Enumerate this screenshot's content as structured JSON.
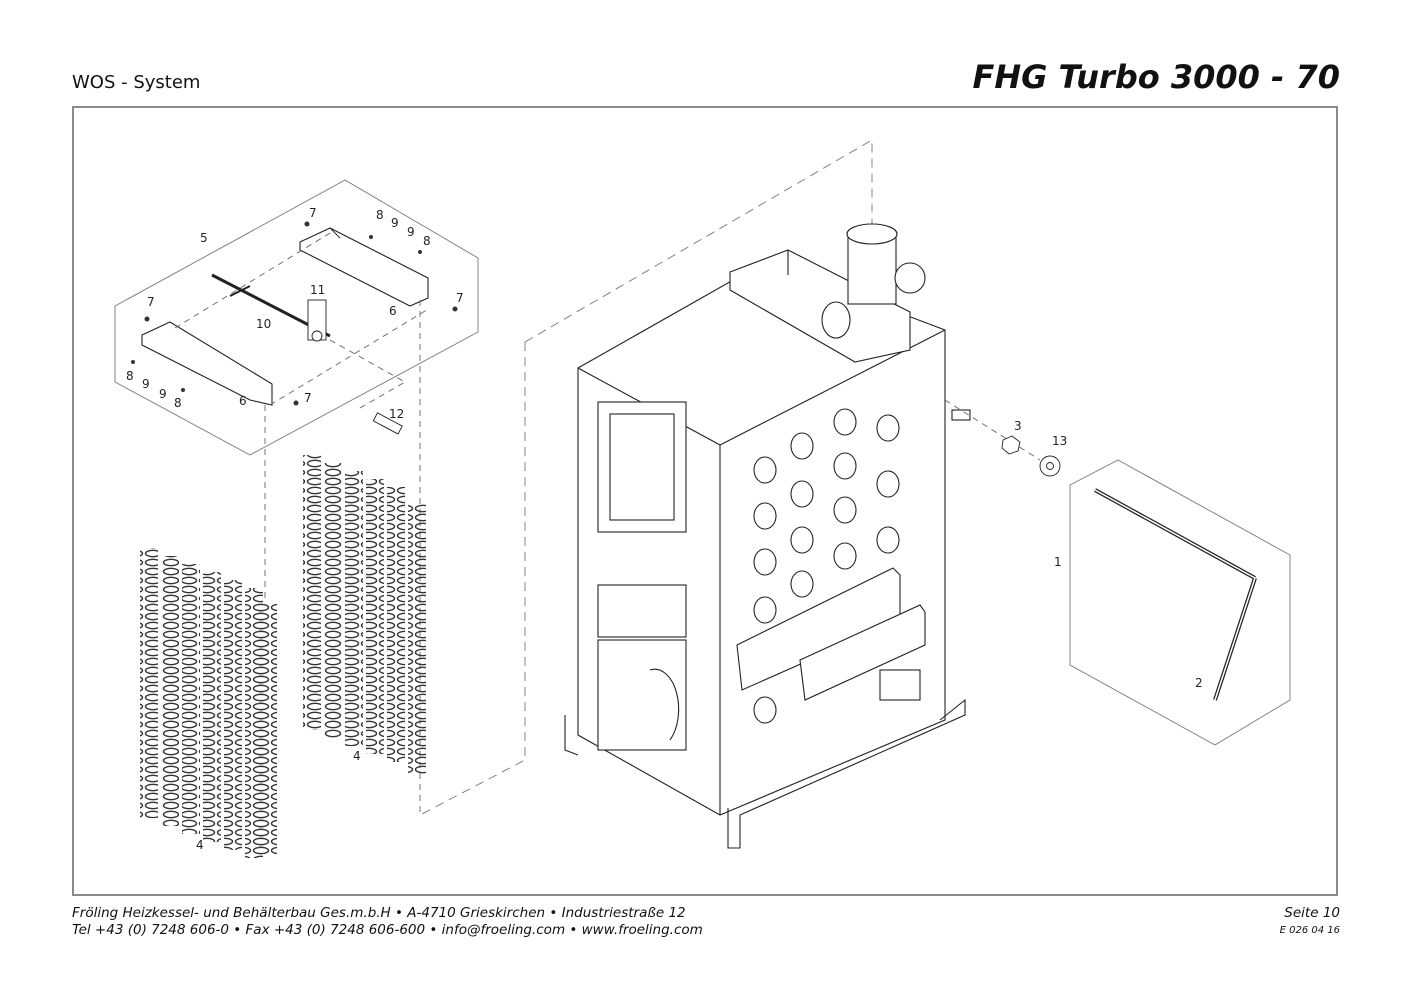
{
  "header": {
    "subtitle": "WOS - System",
    "title": "FHG Turbo 3000 - 70"
  },
  "footer": {
    "line1": "Fröling Heizkessel- und Behälterbau Ges.m.b.H   •  A-4710 Grieskirchen   •  Industriestraße 12",
    "line2": "Tel +43 (0) 7248 606-0   •  Fax +43 (0) 7248 606-600   •  info@froeling.com   •  www.froeling.com",
    "page": "Seite 10",
    "doc_number": "E 026 04 16"
  },
  "callouts": {
    "c5": "5",
    "c7a": "7",
    "c8a": "8",
    "c9a": "9",
    "c9b": "9",
    "c8b": "8",
    "c7b": "7",
    "c11": "11",
    "c6a": "6",
    "c7c": "7",
    "c10": "10",
    "c8c": "8",
    "c9c": "9",
    "c9d": "9",
    "c8d": "8",
    "c6b": "6",
    "c7d": "7",
    "c12": "12",
    "c4a": "4",
    "c4b": "4",
    "c3": "3",
    "c13": "13",
    "c1": "1",
    "c2": "2"
  }
}
